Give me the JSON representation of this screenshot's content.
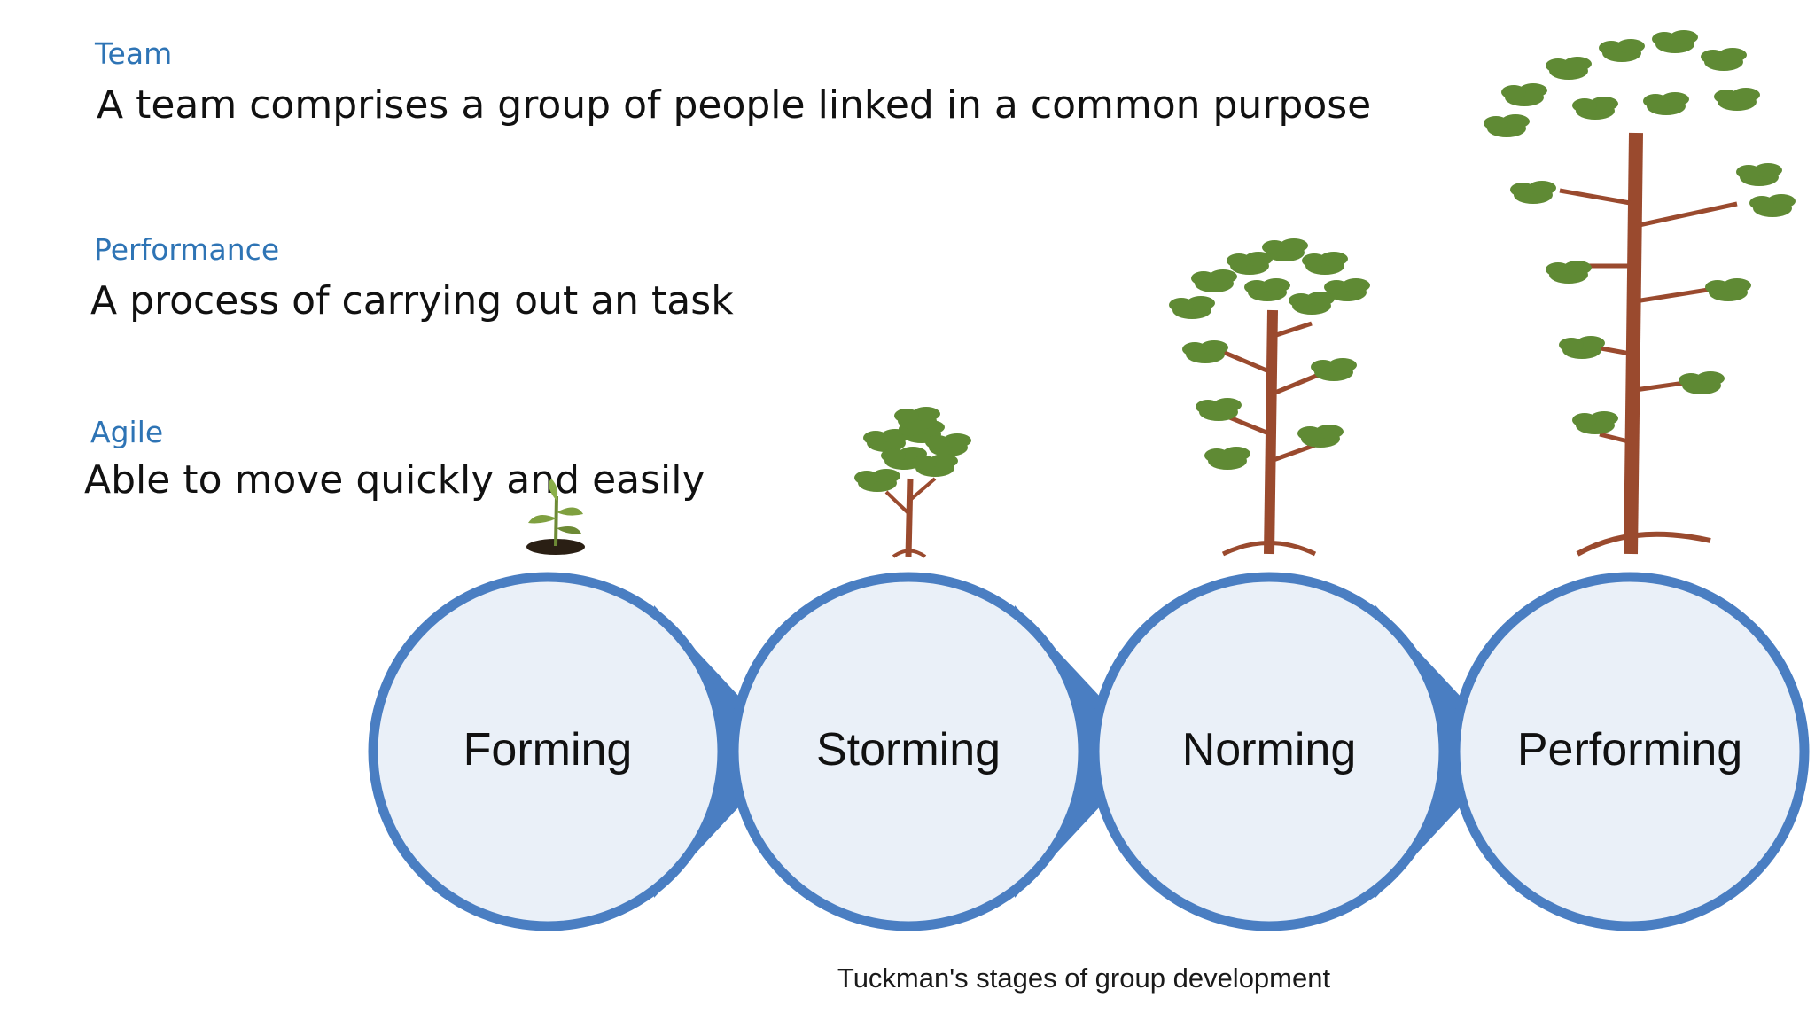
{
  "definitions": [
    {
      "term": "Team",
      "text": "A team comprises a group of people linked in a common purpose"
    },
    {
      "term": "Performance",
      "text": "A process of carrying out an task"
    },
    {
      "term": "Agile",
      "text": "Able to move quickly and easily"
    }
  ],
  "diagram": {
    "stages": [
      "Forming",
      "Storming",
      "Norming",
      "Performing"
    ],
    "caption": "Tuckman's  stages of group  development",
    "colors": {
      "ring": "#4a7ec2",
      "circle_fill": "#eaf0f8",
      "foliage": "#6b8f3a",
      "trunk": "#9a4a2e"
    }
  }
}
